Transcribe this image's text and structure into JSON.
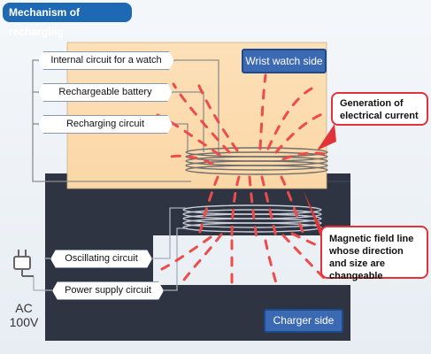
{
  "title": "Mechanism of recharging",
  "watch_side": "Wrist watch side",
  "charger_side": "Charger side",
  "watch_labels": [
    "Internal circuit for a watch",
    "Rechargeable battery",
    "Recharging circuit"
  ],
  "charger_labels": [
    "Oscillating circuit",
    "Power supply circuit"
  ],
  "note_current": "Generation of electrical current",
  "note_field": "Magnetic field line whose direction and size are changeable",
  "ac_line1": "AC",
  "ac_line2": "100V",
  "colors": {
    "watch_panel": "#fde0b4",
    "charger_body": "#2f3442",
    "field_lines": "#ee4b4b",
    "callout_border": "#e0343a",
    "side_box": "#3c6ab2"
  }
}
